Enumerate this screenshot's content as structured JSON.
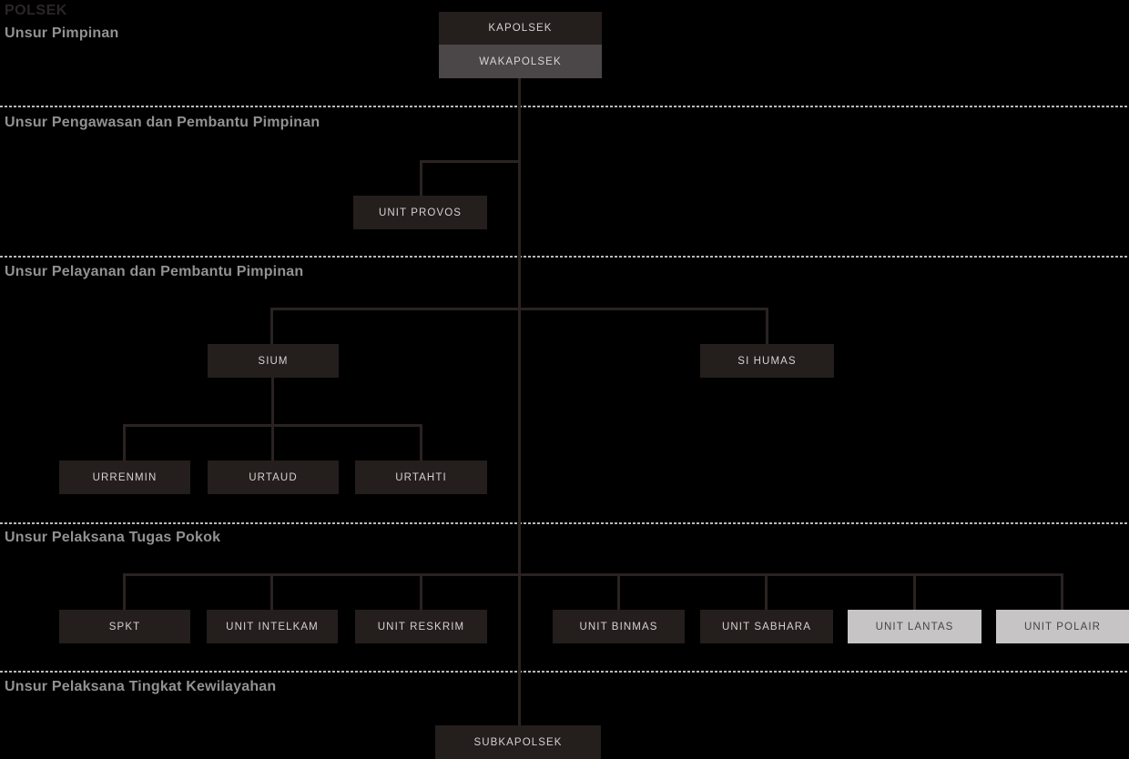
{
  "title": "POLSEK",
  "sections": [
    {
      "label": "Unsur Pimpinan"
    },
    {
      "label": "Unsur Pengawasan dan Pembantu Pimpinan"
    },
    {
      "label": "Unsur Pelayanan dan Pembantu Pimpinan"
    },
    {
      "label": "Unsur Pelaksana Tugas Pokok"
    },
    {
      "label": "Unsur Pelaksana Tingkat Kewilayahan"
    }
  ],
  "nodes": {
    "kapolsek": {
      "label": "KAPOLSEK",
      "style": "dark",
      "section": "Unsur Pimpinan"
    },
    "wakapolsek": {
      "label": "WAKAPOLSEK",
      "style": "medium",
      "section": "Unsur Pimpinan"
    },
    "provos": {
      "label": "UNIT PROVOS",
      "style": "dark",
      "section": "Unsur Pengawasan dan Pembantu Pimpinan"
    },
    "sium": {
      "label": "SIUM",
      "style": "dark",
      "section": "Unsur Pelayanan dan Pembantu Pimpinan"
    },
    "sihumas": {
      "label": "SI HUMAS",
      "style": "dark",
      "section": "Unsur Pelayanan dan Pembantu Pimpinan"
    },
    "urrenmin": {
      "label": "URRENMIN",
      "style": "dark",
      "section": "Unsur Pelayanan dan Pembantu Pimpinan"
    },
    "urtaud": {
      "label": "URTAUD",
      "style": "dark",
      "section": "Unsur Pelayanan dan Pembantu Pimpinan"
    },
    "urtahti": {
      "label": "URTAHTI",
      "style": "dark",
      "section": "Unsur Pelayanan dan Pembantu Pimpinan"
    },
    "spkt": {
      "label": "SPKT",
      "style": "dark",
      "section": "Unsur Pelaksana Tugas Pokok"
    },
    "intelkam": {
      "label": "UNIT INTELKAM",
      "style": "dark",
      "section": "Unsur Pelaksana Tugas Pokok"
    },
    "reskrim": {
      "label": "UNIT RESKRIM",
      "style": "dark",
      "section": "Unsur Pelaksana Tugas Pokok"
    },
    "binmas": {
      "label": "UNIT BINMAS",
      "style": "dark",
      "section": "Unsur Pelaksana Tugas Pokok"
    },
    "sabhara": {
      "label": "UNIT SABHARA",
      "style": "dark",
      "section": "Unsur Pelaksana Tugas Pokok"
    },
    "lantas": {
      "label": "UNIT LANTAS",
      "style": "light",
      "section": "Unsur Pelaksana Tugas Pokok"
    },
    "polair": {
      "label": "UNIT POLAIR",
      "style": "light",
      "section": "Unsur Pelaksana Tugas Pokok"
    },
    "subkapolsek": {
      "label": "SUBKAPOLSEK",
      "style": "dark",
      "section": "Unsur Pelaksana Tingkat Kewilayahan"
    }
  },
  "hierarchy": {
    "KAPOLSEK": [
      "WAKAPOLSEK"
    ],
    "WAKAPOLSEK": [
      "UNIT PROVOS",
      "SIUM",
      "SI HUMAS",
      "SPKT",
      "UNIT INTELKAM",
      "UNIT RESKRIM",
      "UNIT BINMAS",
      "UNIT SABHARA",
      "UNIT LANTAS",
      "UNIT POLAIR",
      "SUBKAPOLSEK"
    ],
    "SIUM": [
      "URRENMIN",
      "URTAUD",
      "URTAHTI"
    ]
  },
  "colors": {
    "background": "#000000",
    "node_dark": "#241e1d",
    "node_medium": "#4b4748",
    "node_light": "#c6c4c4",
    "node_text_light": "#d5d2d2",
    "node_text_dark": "#474344",
    "connector": "#2a2322",
    "divider_dash": "#bbb8b8",
    "title_text": "#2b2627",
    "header_text": "#949192"
  }
}
